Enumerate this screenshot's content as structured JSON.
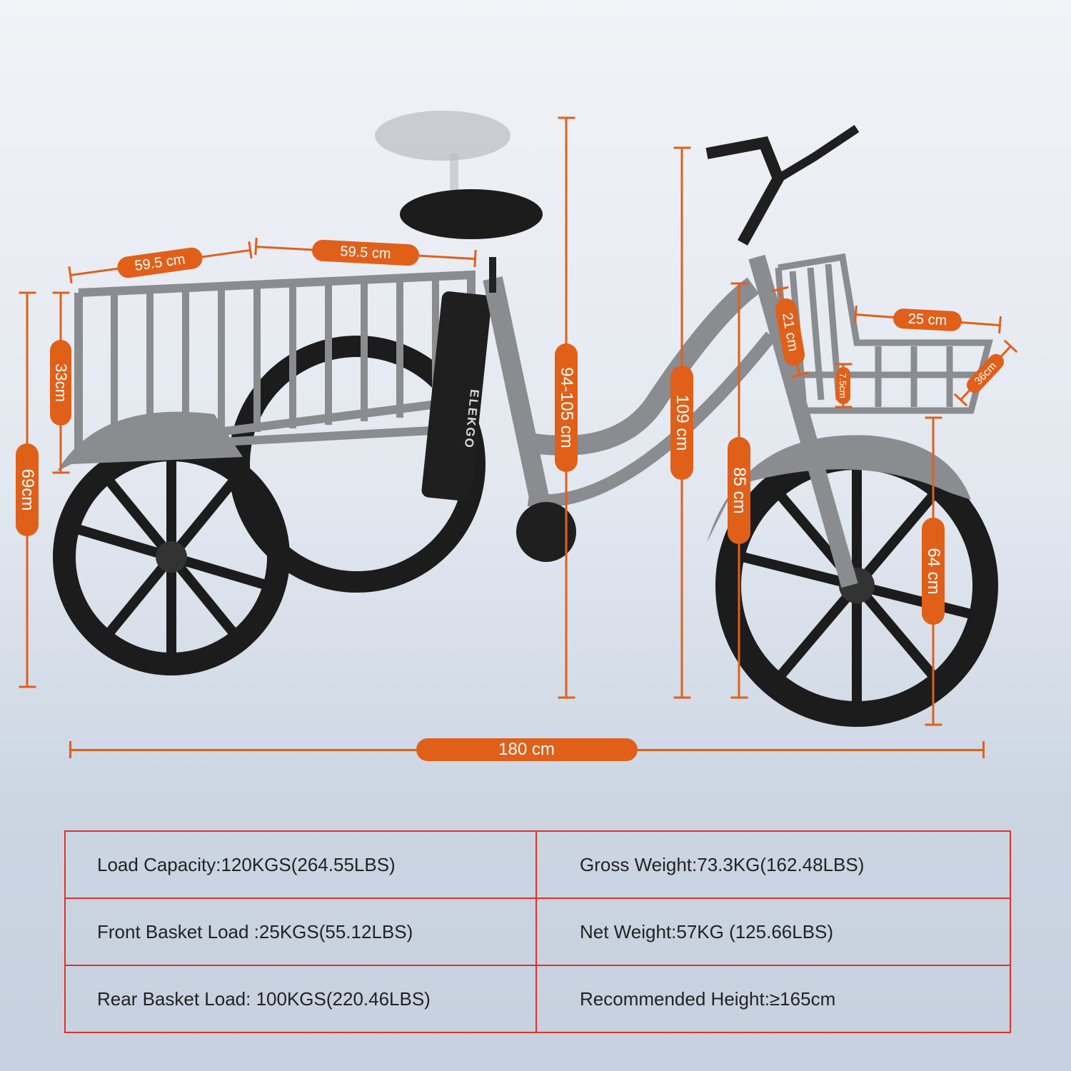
{
  "brand": "ELEKGO",
  "colors": {
    "dimension": "#e0601a",
    "table_border": "#e0322a",
    "frame": "#8a8c90"
  },
  "dimensions": {
    "rear_basket_length": "59.5 cm",
    "rear_basket_width": "59.5 cm",
    "rear_basket_height": "33cm",
    "rear_height": "69cm",
    "seat_height": "94-105 cm",
    "handlebar_height": "109 cm",
    "front_frame_height": "85 cm",
    "front_basket_height": "21 cm",
    "front_basket_length": "25 cm",
    "front_basket_depth": "7.5cm",
    "front_basket_width": "36cm",
    "wheel_diameter": "64 cm",
    "total_length": "180 cm"
  },
  "specs": [
    [
      "Load Capacity:120KGS(264.55LBS)",
      "Gross Weight:73.3KG(162.48LBS)"
    ],
    [
      "Front Basket Load :25KGS(55.12LBS)",
      "Net Weight:57KG (125.66LBS)"
    ],
    [
      "Rear Basket Load: 100KGS(220.46LBS)",
      "Recommended Height:≥165cm"
    ]
  ]
}
